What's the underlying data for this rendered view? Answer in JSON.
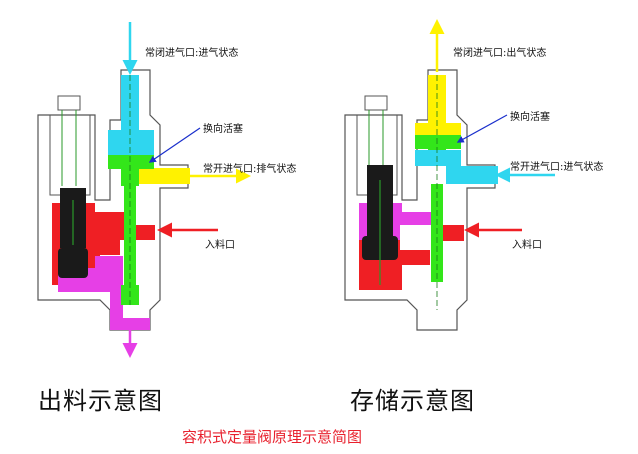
{
  "colors": {
    "cyan": "#2fd6ef",
    "yellow": "#fff200",
    "green": "#33e61a",
    "red": "#ef1f24",
    "magenta": "#e63fe6",
    "black": "#1a1a1a",
    "outline": "#555555",
    "caption_red": "#e8212e",
    "pointer_blue": "#1a2fcc"
  },
  "left": {
    "label_top": "常闭进气口:进气状态",
    "label_piston": "换向活塞",
    "label_side": "常开进气口:排气状态",
    "label_inlet": "入料口",
    "caption": "出料示意图"
  },
  "right": {
    "label_top": "常闭进气口:出气状态",
    "label_piston": "换向活塞",
    "label_side": "常开进气口:进气状态",
    "label_inlet": "入料口",
    "caption": "存储示意图"
  },
  "title": "容积式定量阀原理示意简图"
}
